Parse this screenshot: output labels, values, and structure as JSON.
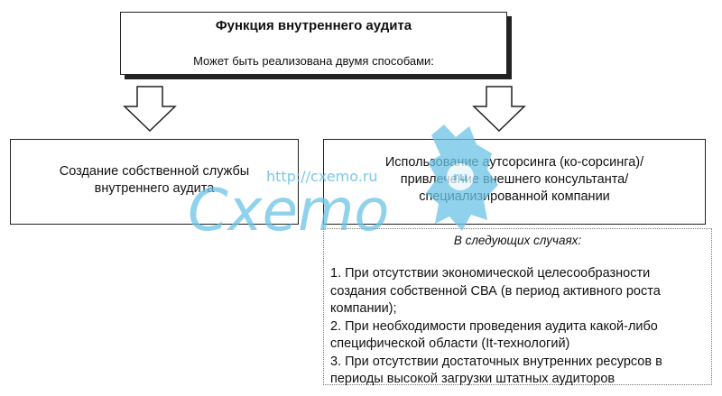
{
  "top": {
    "title": "Функция внутреннего аудита",
    "subtitle": "Может быть реализована двумя способами:"
  },
  "left": {
    "lines": [
      "Создание собственной службы",
      "внутреннего аудита"
    ]
  },
  "right": {
    "lines": [
      "Использование аутсорсинга (ко-сорсинга)/",
      "привлечение внешнего консультанта/",
      "специализированной компании"
    ]
  },
  "cases": {
    "title": "В следующих случаях:",
    "lines": [
      "1. При отсутствии экономической целесообразности",
      "создания собственной СВА (в период активного роста",
      "компании);",
      "2. При необходимости проведения аудита какой-либо",
      "специфической области (It-технологий)",
      "3. При отсутствии достаточных внутренних ресурсов в",
      "периоды высокой загрузки штатных аудиторов"
    ]
  },
  "watermark": {
    "url": "http://cxemo.ru",
    "brand": "Cxemo",
    "badge": "ru",
    "color": "#6cc4e6"
  }
}
